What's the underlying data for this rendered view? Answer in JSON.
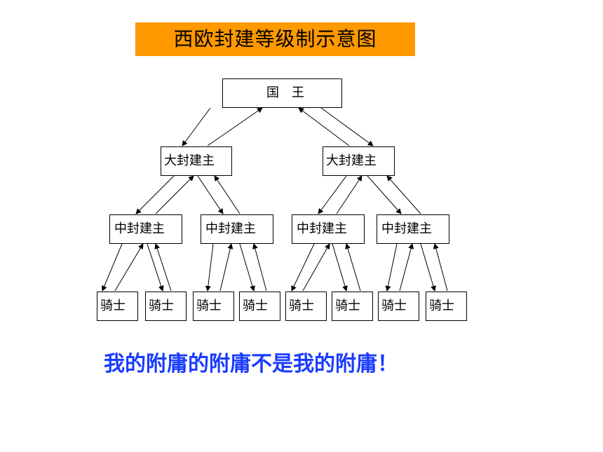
{
  "title": "西欧封建等级制示意图",
  "colors": {
    "title_bg": "#ff9900",
    "slogan": "#1a3cff",
    "line": "#000000"
  },
  "hierarchy": {
    "king": "国　王",
    "great_lords": [
      "大封建主",
      "大封建主"
    ],
    "mid_lords": [
      "中封建主",
      "中封建主",
      "中封建主",
      "中封建主"
    ],
    "knights": [
      "骑士",
      "骑士",
      "骑士",
      "骑士",
      "骑士",
      "骑士",
      "骑士",
      "骑士"
    ]
  },
  "slogan": "我的附庸的附庸不是我的附庸！"
}
